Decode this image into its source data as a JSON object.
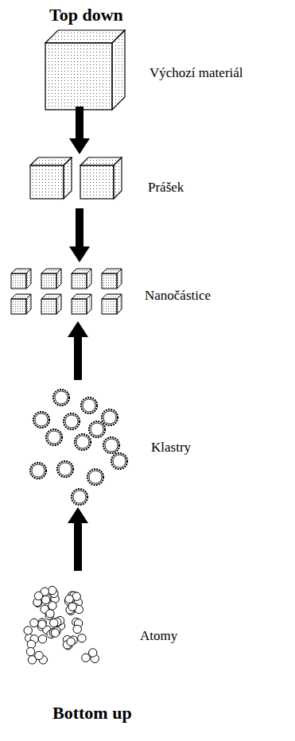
{
  "diagram": {
    "labels": [
      "Top down",
      "Výchozí materiál",
      "Prášek",
      "Nanočástice",
      "Klastry",
      "Atomy",
      "Bottom up"
    ]
  }
}
